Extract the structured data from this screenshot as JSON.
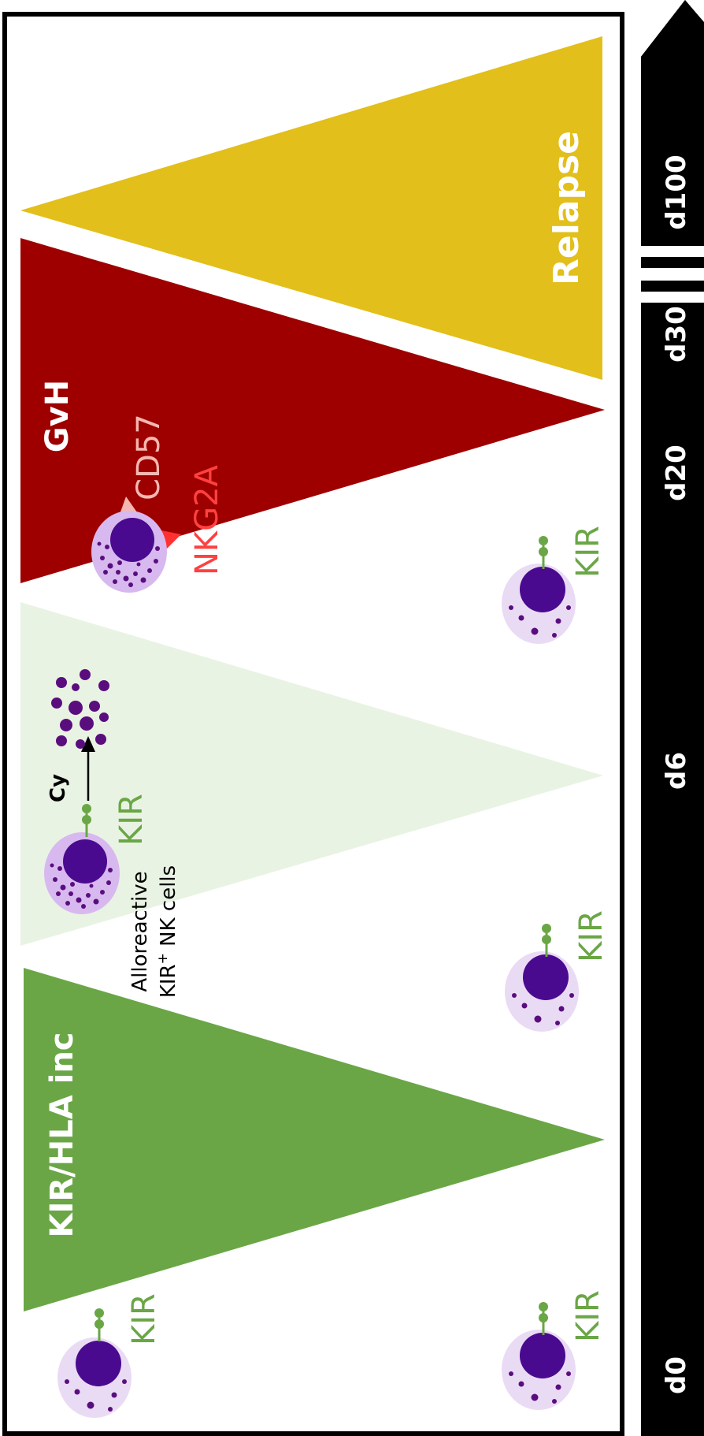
{
  "timeline": {
    "labels": [
      "d0",
      "d6",
      "d20",
      "d30",
      "d100"
    ]
  },
  "phases": {
    "kir_hla": {
      "label": "KIR/HLA inc",
      "color": "#6aa646"
    },
    "cy_phase": {
      "color": "#e9f3e3"
    },
    "gvh": {
      "label": "GvH",
      "color": "#9e0000"
    },
    "relapse": {
      "label": "Relapse",
      "color": "#e2bf1a"
    }
  },
  "annotations": {
    "alloreactive_line1": "Alloreactive",
    "alloreactive_line2_prefix": "KIR",
    "alloreactive_line2_sup": "+",
    "alloreactive_line2_suffix": " NK cells",
    "cy": "Cy"
  },
  "markers": {
    "kir": "KIR",
    "cd57": "CD57",
    "nkg2a": "NKG2A"
  },
  "colors": {
    "kir_text": "#6aa646",
    "cd57_text": "#f5b7b1",
    "nkg2a_text": "#ff4040",
    "cell_body": "#eadbf5",
    "cell_body_dense": "#d7b9f0",
    "nucleus": "#4a0a8f",
    "granule": "#5a0e7e"
  }
}
